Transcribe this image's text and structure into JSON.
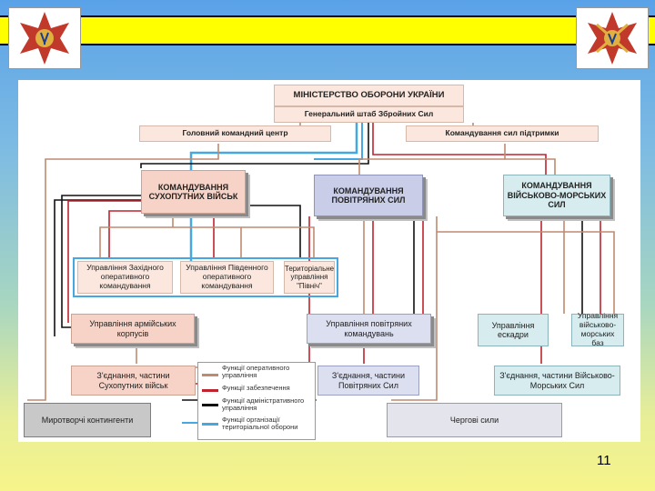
{
  "slide": {
    "page_number": "11",
    "colors": {
      "yellow_bar": "#ffff00",
      "emblem_red": "#c0392b",
      "line_brown": "#c08a70",
      "line_red": "#c0232e",
      "line_black": "#111111",
      "line_blue": "#47a7e0"
    },
    "emblem_left": "army-cross-emblem",
    "emblem_right": "navy-cross-emblem"
  },
  "org": {
    "ministry": "МІНІСТЕРСТВО ОБОРОНИ УКРАЇНИ",
    "general_staff": "Генеральний штаб Збройних Сил",
    "main_command_center": "Головний командний центр",
    "support_command": "Командування сил підтримки",
    "land_command": "КОМАНДУВАННЯ СУХОПУТНИХ ВІЙСЬК",
    "air_command": "КОМАНДУВАННЯ ПОВІТРЯНИХ СИЛ",
    "navy_command": "КОМАНДУВАННЯ ВІЙСЬКОВО-МОРСЬКИХ СИЛ",
    "west_command": "Управління Західного оперативного командування",
    "south_command": "Управління Південного оперативного командування",
    "territorial_command": "Територіальне управління \"Північ\"",
    "army_corps": "Управління армійських корпусів",
    "air_commands": "Управління повітряних командувань",
    "squadron": "Управління ескадри",
    "naval_bases": "Управління військово-морських баз",
    "land_units": "З'єднання, частини Сухопутних військ",
    "air_units": "З'єднання, частини Повітряних Сил",
    "navy_units": "З'єднання, частини Військово-Морських Сил",
    "peacekeeping": "Миротворчі контингенти",
    "duty_forces": "Чергові сили"
  },
  "legend": [
    {
      "label": "Функції оперативного управління",
      "color": "#c08a70"
    },
    {
      "label": "Функції забезпечення",
      "color": "#c0232e"
    },
    {
      "label": "Функції адміністративного управління",
      "color": "#111111"
    },
    {
      "label": "Функції організації територіальної оборони",
      "color": "#47a7e0"
    }
  ]
}
